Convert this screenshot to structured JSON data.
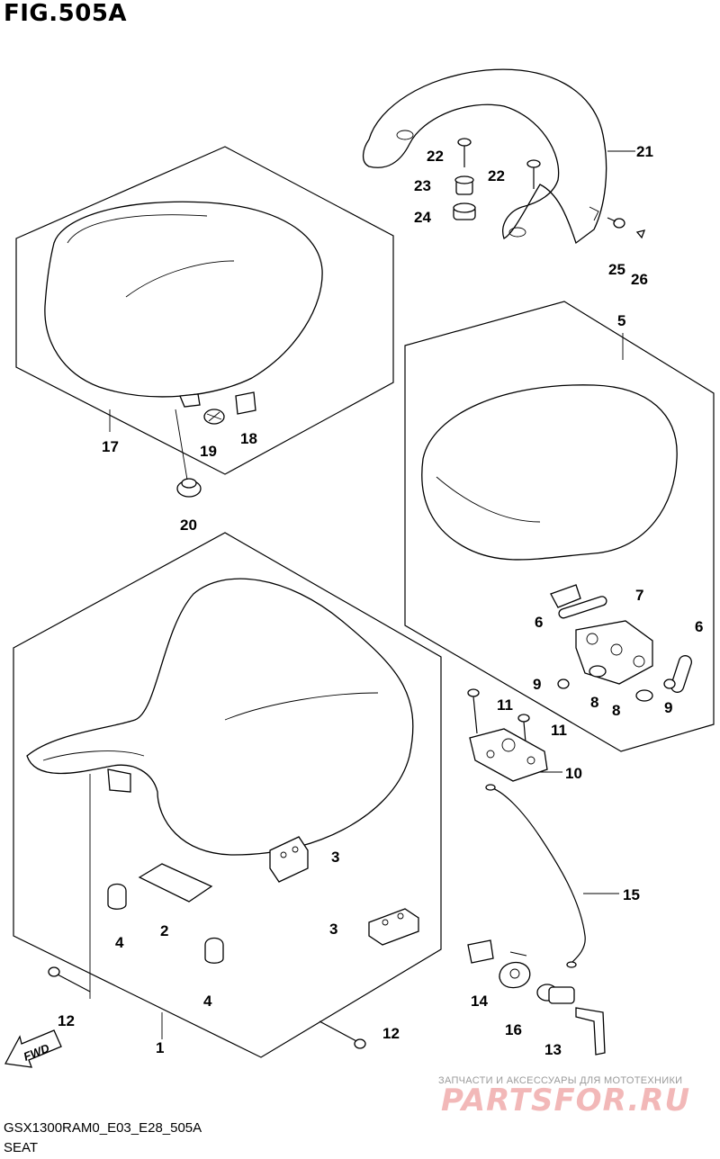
{
  "figure_title": "FIG.505A",
  "footer": {
    "model_code": "GSX1300RAM0_E03_E28_505A",
    "section_name": "SEAT"
  },
  "watermark": {
    "tagline": "ЗАПЧАСТИ И АКСЕССУАРЫ ДЛЯ МОТОТЕХНИКИ",
    "brand": "PARTSFOR.RU"
  },
  "fwd_label": "FWD",
  "callouts": {
    "c1": "1",
    "c2": "2",
    "c3a": "3",
    "c3b": "3",
    "c4a": "4",
    "c4b": "4",
    "c5": "5",
    "c6a": "6",
    "c6b": "6",
    "c7": "7",
    "c8a": "8",
    "c8b": "8",
    "c9a": "9",
    "c9b": "9",
    "c10": "10",
    "c11a": "11",
    "c11b": "11",
    "c12a": "12",
    "c12b": "12",
    "c13": "13",
    "c14": "14",
    "c15": "15",
    "c16": "16",
    "c17": "17",
    "c18": "18",
    "c19": "19",
    "c20": "20",
    "c21": "21",
    "c22a": "22",
    "c22b": "22",
    "c23": "23",
    "c24": "24",
    "c25": "25",
    "c26": "26"
  }
}
